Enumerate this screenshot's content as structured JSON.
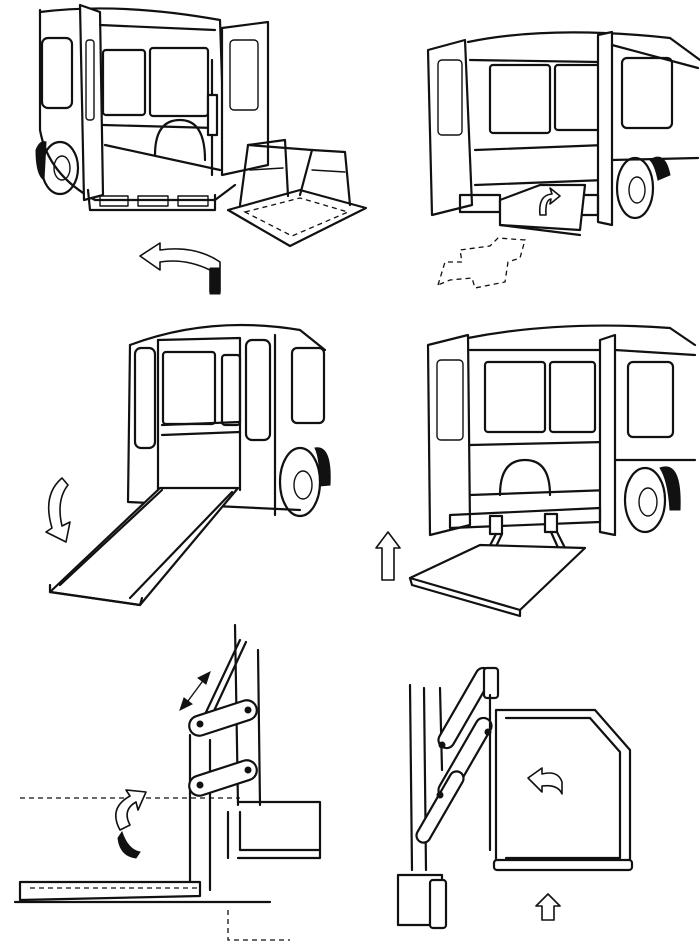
{
  "figure": {
    "panels": [
      {
        "id": "rotary-platform-lift",
        "icon": "curved-rotate-arrow-icon"
      },
      {
        "id": "under-floor-ramp",
        "icon": "rotate-arrow-icon"
      },
      {
        "id": "fold-out-ramp",
        "icon": "curved-arrow-icon"
      },
      {
        "id": "under-floor-platform-lift",
        "icon": "up-arrow-icon"
      },
      {
        "id": "ramp-linkage-detail",
        "icon": "double-arrow-icon"
      },
      {
        "id": "stowing-lift-detail",
        "icon": "curved-arrow-icon"
      }
    ]
  }
}
